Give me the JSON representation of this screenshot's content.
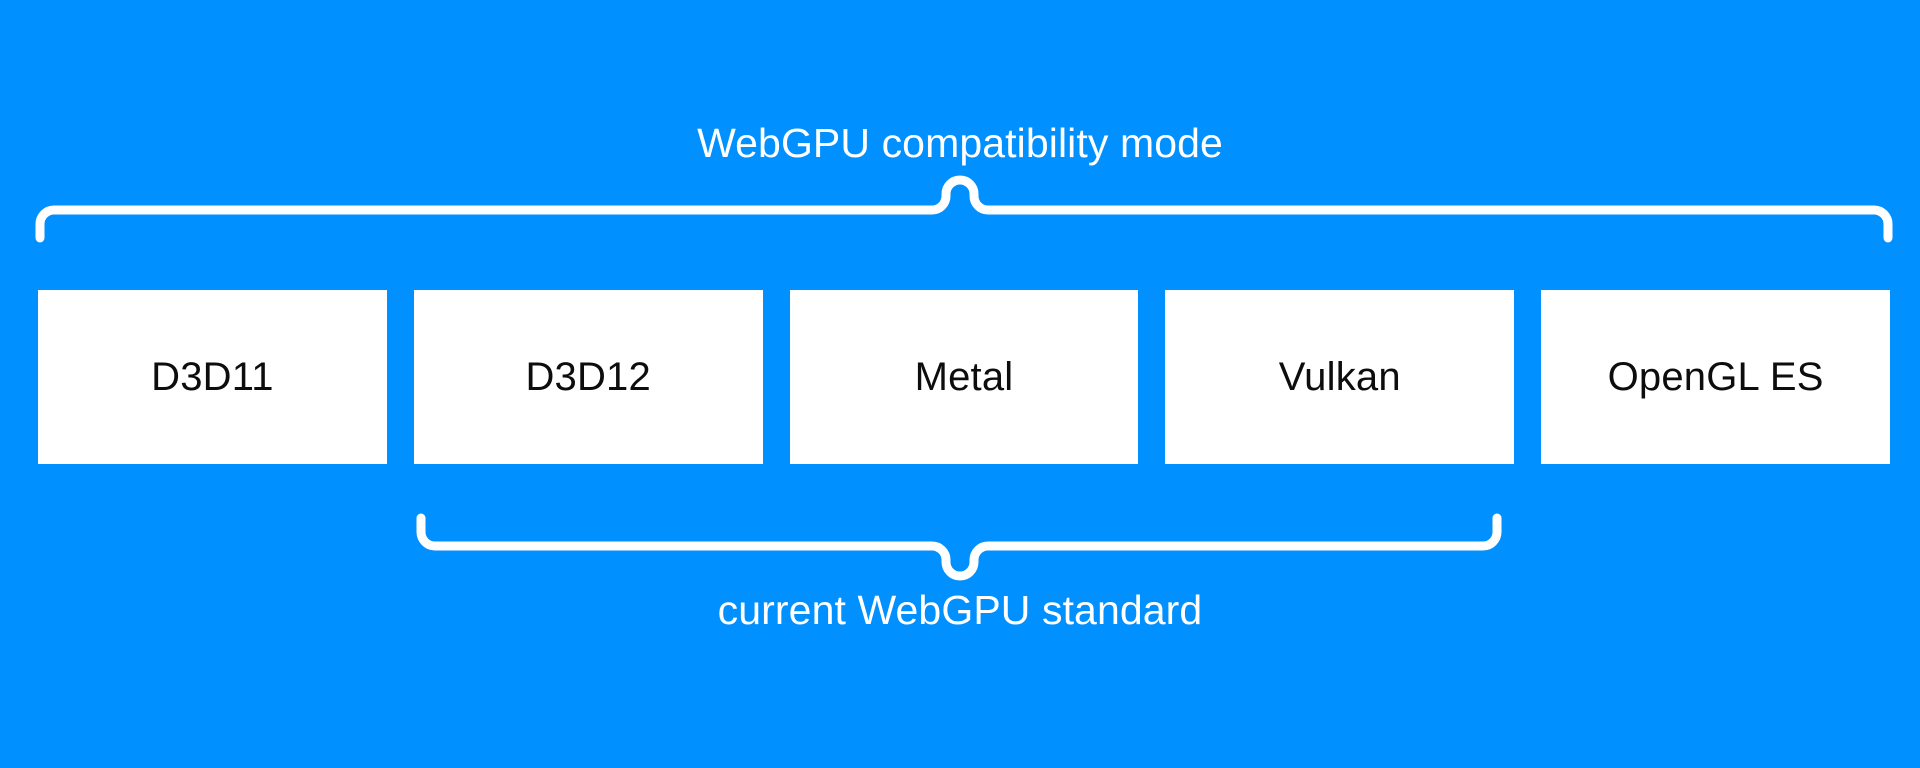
{
  "diagram": {
    "title": "WebGPU compatibility mode",
    "background_color": "#0090ff",
    "box_fill_color": "#ffffff",
    "text_color_on_blue": "#ffffff",
    "text_color_in_box": "#0d0d0d",
    "top_brace": {
      "label": "WebGPU compatibility mode",
      "spans_boxes": [
        "D3D11",
        "D3D12",
        "Metal",
        "Vulkan",
        "OpenGL ES"
      ],
      "label_position": "above"
    },
    "bottom_brace": {
      "label": "current WebGPU standard",
      "spans_boxes": [
        "D3D12",
        "Metal",
        "Vulkan"
      ],
      "label_position": "below"
    },
    "boxes": [
      {
        "label": "D3D11"
      },
      {
        "label": "D3D12"
      },
      {
        "label": "Metal"
      },
      {
        "label": "Vulkan"
      },
      {
        "label": "OpenGL ES"
      }
    ]
  }
}
